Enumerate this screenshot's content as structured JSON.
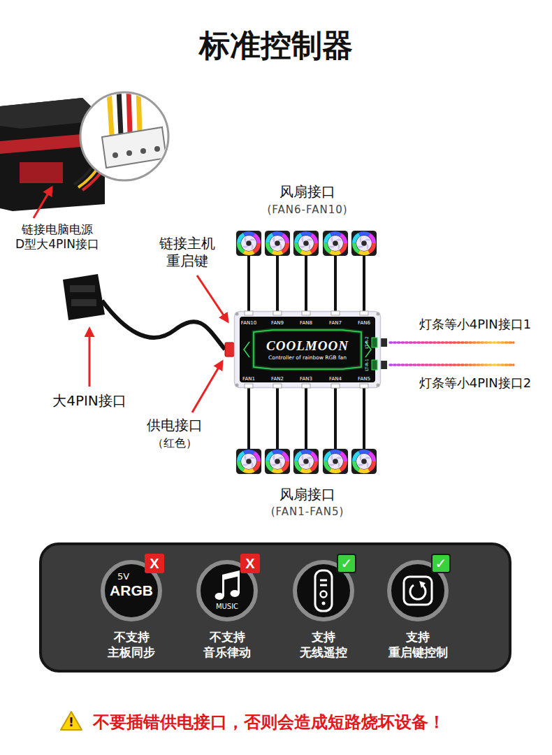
{
  "diagram": {
    "title": "标准控制器",
    "nodes": [
      {
        "text": [
          "COOLMOON",
          "Controller of rainbow RGB fan"
        ]
      },
      {
        "text": [
          "5V",
          "ARGB",
          "不支持 主板同步"
        ]
      },
      {
        "text": [
          "X"
        ],
        "in": 1
      },
      {
        "text": [
          "MUSIC",
          "不支持 音乐律动"
        ]
      },
      {
        "text": [
          "X"
        ],
        "in": 3
      },
      {
        "text": [
          "支持 无线遥控"
        ]
      },
      {
        "text": [
          "✓"
        ],
        "in": 5
      },
      {
        "text": [
          "支持 重启键控制"
        ]
      },
      {
        "text": [
          "✓"
        ],
        "in": 7
      },
      {
        "text": [
          "!"
        ]
      }
    ],
    "labels": [
      "链接电脑电源 D型大4PIN接口",
      "风扇接口",
      "(FAN6-FAN10)",
      "链接主机 重启键",
      "FAN10",
      "FAN9",
      "FAN8",
      "FAN7",
      "FAN6",
      "FAN1",
      "FAN2",
      "FAN3",
      "FAN4",
      "FAN5",
      "LT-R-2",
      "LT-R-1",
      "灯条等小4PIN接口1",
      "灯条等小4PIN接口2",
      "大4PIN接口",
      "供电接口",
      "（红色）",
      "风扇接口",
      "(FAN1-FAN5)",
      "不要插错供电接口，否则会造成短路烧坏设备！"
    ]
  }
}
